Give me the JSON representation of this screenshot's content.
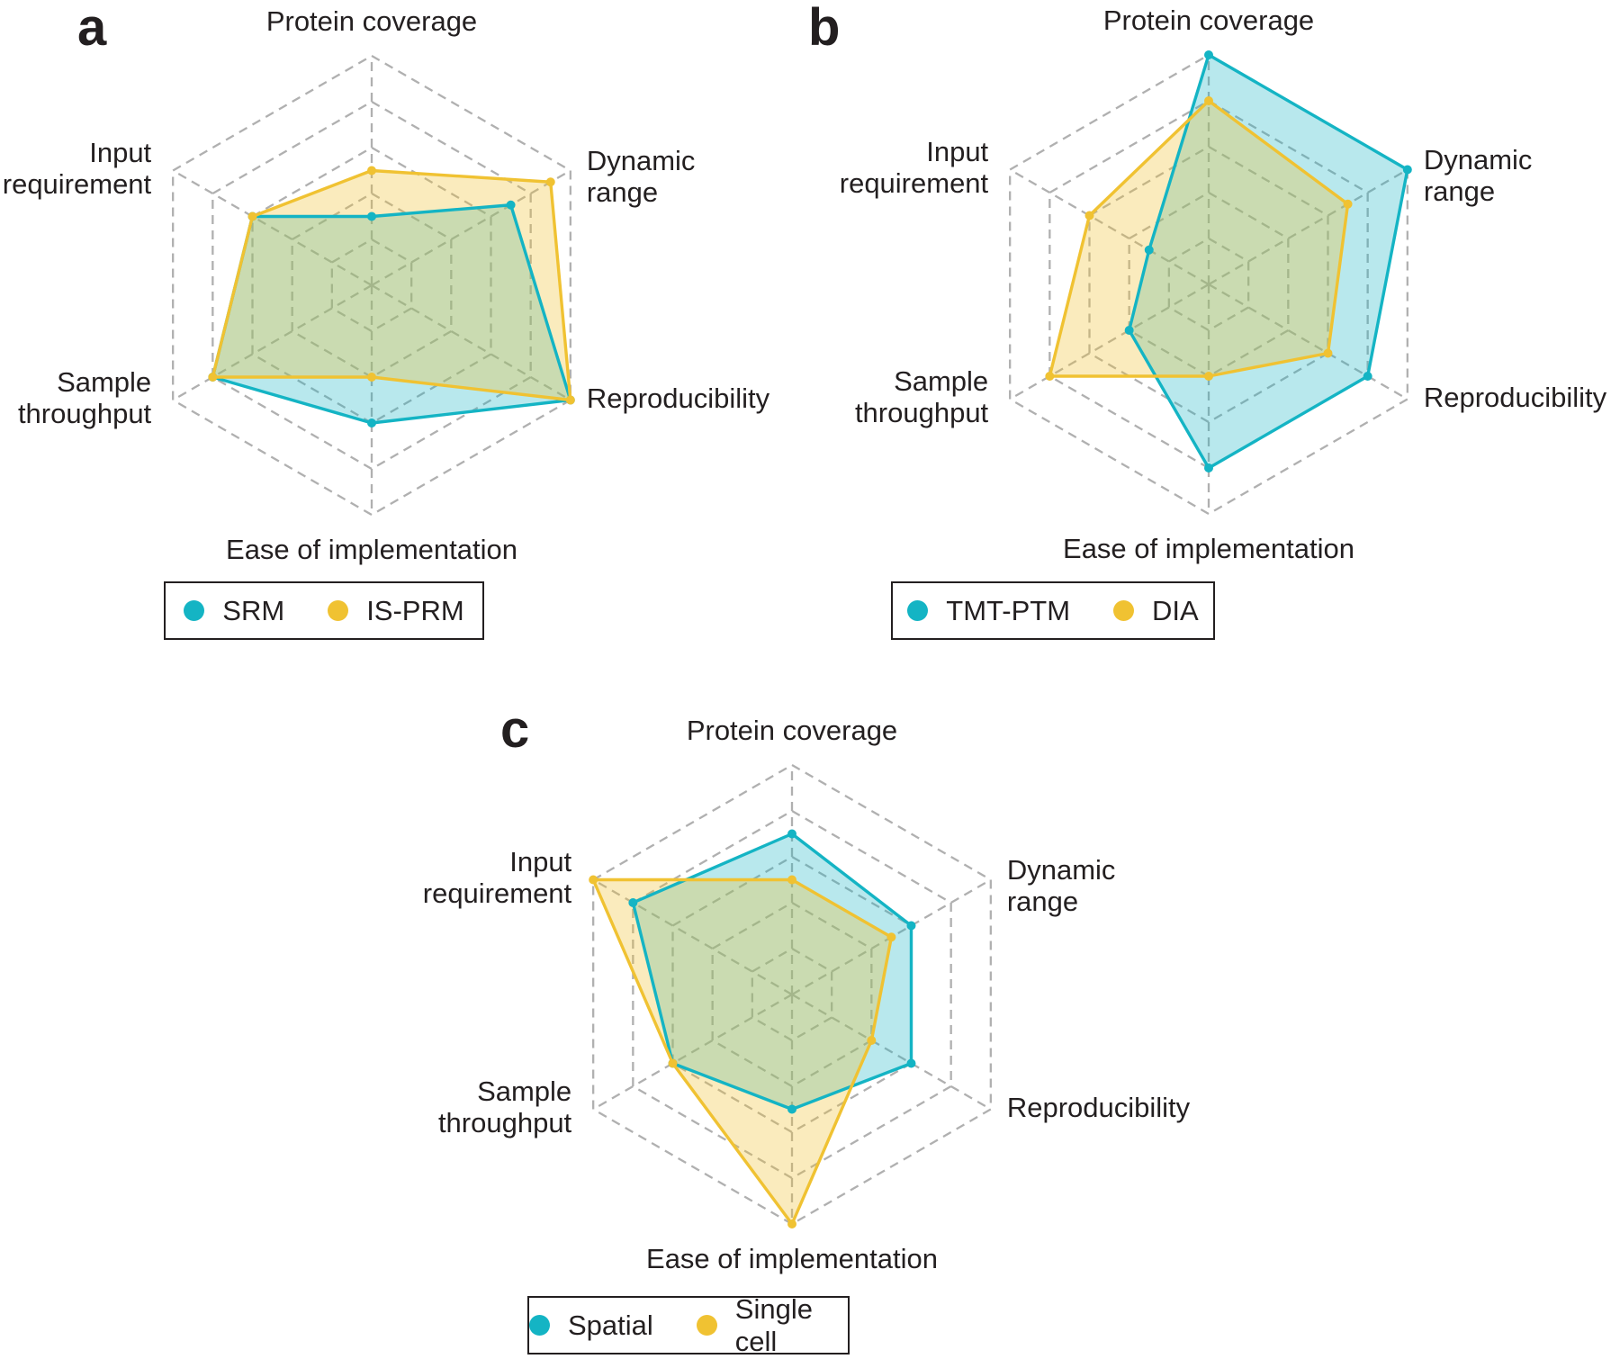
{
  "figure": {
    "background": "#ffffff",
    "text_color": "#231f20",
    "grid_color": "#b0b0b0"
  },
  "chart_data": [
    {
      "type": "radar",
      "panel_label": "a",
      "axes": [
        "Protein coverage",
        "Dynamic\nrange",
        "Reproducibility",
        "Ease of implementation",
        "Sample\nthroughput",
        "Input\nrequirement"
      ],
      "scale": {
        "min": 0,
        "max": 5,
        "rings": 5,
        "grid": "dashed-hexagon"
      },
      "legend_position": "bottom",
      "series": [
        {
          "name": "SRM",
          "color": "#14b4c4",
          "fill": "rgba(20,180,196,0.30)",
          "values": [
            1.5,
            3.5,
            5,
            3,
            4,
            3
          ]
        },
        {
          "name": "IS-PRM",
          "color": "#f0c232",
          "fill": "rgba(240,194,50,0.32)",
          "values": [
            2.5,
            4.5,
            5,
            2,
            4,
            3
          ]
        }
      ]
    },
    {
      "type": "radar",
      "panel_label": "b",
      "axes": [
        "Protein coverage",
        "Dynamic\nrange",
        "Reproducibility",
        "Ease of implementation",
        "Sample\nthroughput",
        "Input\nrequirement"
      ],
      "scale": {
        "min": 0,
        "max": 5,
        "rings": 5,
        "grid": "dashed-hexagon"
      },
      "legend_position": "bottom",
      "series": [
        {
          "name": "TMT-PTM",
          "color": "#14b4c4",
          "fill": "rgba(20,180,196,0.30)",
          "values": [
            5,
            5,
            4,
            4,
            2,
            1.5
          ]
        },
        {
          "name": "DIA",
          "color": "#f0c232",
          "fill": "rgba(240,194,50,0.32)",
          "values": [
            4,
            3.5,
            3,
            2,
            4,
            3
          ]
        }
      ]
    },
    {
      "type": "radar",
      "panel_label": "c",
      "axes": [
        "Protein coverage",
        "Dynamic\nrange",
        "Reproducibility",
        "Ease of implementation",
        "Sample\nthroughput",
        "Input\nrequirement"
      ],
      "scale": {
        "min": 0,
        "max": 5,
        "rings": 5,
        "grid": "dashed-hexagon"
      },
      "legend_position": "bottom",
      "series": [
        {
          "name": "Spatial",
          "color": "#14b4c4",
          "fill": "rgba(20,180,196,0.30)",
          "values": [
            3.5,
            3,
            3,
            2.5,
            3,
            4
          ]
        },
        {
          "name": "Single cell",
          "color": "#f0c232",
          "fill": "rgba(240,194,50,0.32)",
          "values": [
            2.5,
            2.5,
            2,
            5,
            3,
            5
          ]
        }
      ]
    }
  ]
}
